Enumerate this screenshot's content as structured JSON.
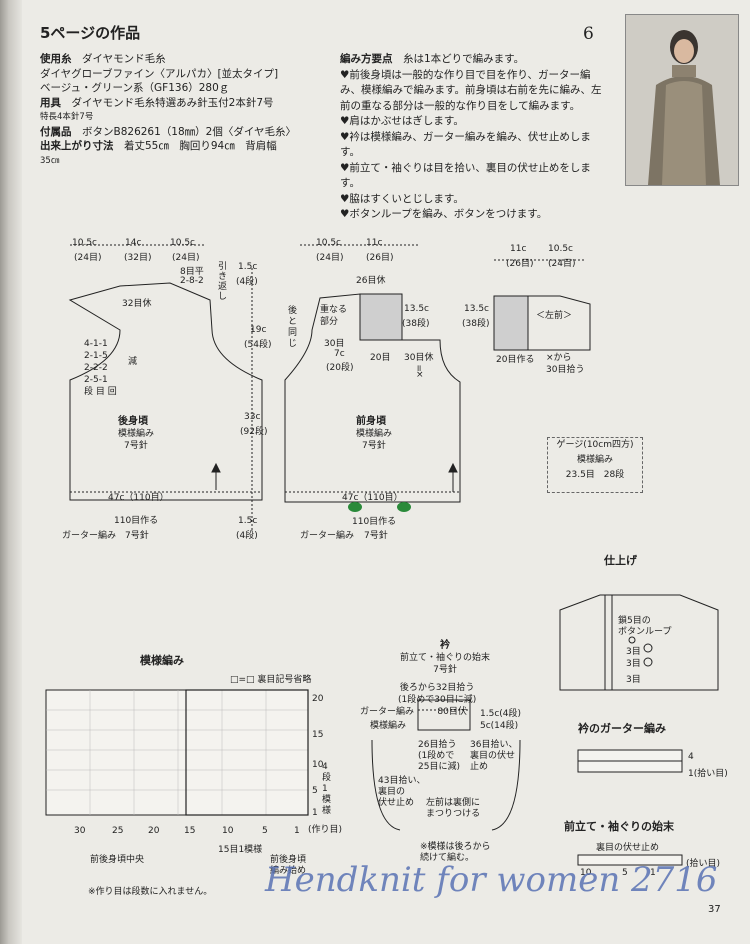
{
  "header": {
    "title": "5ページの作品",
    "page_number": "6"
  },
  "materials": {
    "yarn_label": "使用糸",
    "yarn_brand": "ダイヤモンド毛糸",
    "yarn_line1": "ダイヤグローブファイン〈アルパカ〉[並太タイプ]",
    "yarn_line2": "ベージュ・グリーン系（GF136）280ｇ",
    "tools_label": "用具",
    "tools_text": "ダイヤモンド毛糸特選あみ針玉付2本針7号",
    "tools_text2": "特長4本針7号",
    "acc_label": "付属品",
    "acc_text": "ボタンB826261（18㎜）2個〈ダイヤ毛糸〉",
    "size_label": "出来上がり寸法",
    "size_text": "着丈55㎝　胸回り94㎝　背肩幅",
    "size_text2": "35㎝"
  },
  "points": {
    "title": "編み方要点",
    "title_note": "糸は1本どりで編みます。",
    "items": [
      "♥前後身頃は一般的な作り目で目を作り、ガーター編み、模様編みで編みます。前身頃は右前を先に編み、左前の重なる部分は一般的な作り目をして編みます。",
      "♥肩はかぶせはぎします。",
      "♥衿は模様編み、ガーター編みを編み、伏せ止めします。",
      "♥前立て・袖ぐりは目を拾い、裏目の伏せ止めをします。",
      "♥脇はすくいとじします。",
      "♥ボタンループを編み、ボタンをつけます。"
    ]
  },
  "back": {
    "top_dims": [
      "10.5c",
      "14c",
      "10.5c"
    ],
    "top_sts": [
      "(24目)",
      "(32目)",
      "(24目)"
    ],
    "shoulder_dec": [
      "8目平",
      "2-8-2"
    ],
    "hold": "32目休",
    "hold_side": [
      "引",
      "き",
      "返",
      "し"
    ],
    "arm_dec": [
      "4-1-1",
      "2-1-5",
      "2-2-2",
      "2-5-1",
      "段 目 回"
    ],
    "dec_label": "減",
    "right_dims": [
      "1.5c",
      "(4段)",
      "19c",
      "(54段)",
      "33c",
      "(92段)",
      "1.5c",
      "(4段)"
    ],
    "name": "後身頃",
    "pattern": "模様編み",
    "needle": "7号針",
    "width": "47c（110目）",
    "cast_on": "110目作る",
    "garter": "ガーター編み　7号針"
  },
  "front": {
    "top_dims": [
      "10.5c",
      "11c"
    ],
    "top_sts": [
      "(24目)",
      "(26目)"
    ],
    "hold": "26目休",
    "overlap": [
      "重なる",
      "部分"
    ],
    "back_same": [
      "後",
      "と",
      "同",
      "じ"
    ],
    "row30": "30目",
    "dim7": "7c",
    "dim7r": "(20段)",
    "s20": "20目",
    "s30hold": "30目休",
    "eq": "॥",
    "x": "×",
    "dim135": "13.5c",
    "dim135r": "(38段)",
    "name": "前身頃",
    "pattern": "模様編み",
    "needle": "7号針",
    "width": "47c（110目）",
    "cast_on": "110目作る",
    "garter": "ガーター編み",
    "needle2": "7号針"
  },
  "left": {
    "top_dims": [
      "11c",
      "10.5c"
    ],
    "top_sts": [
      "(26目)",
      "(24目)"
    ],
    "dim135": "13.5c",
    "dim135r": "(38段)",
    "label": "＜左前＞",
    "s20": "20目作る",
    "pick": [
      "×から",
      "30目拾う"
    ]
  },
  "gauge": {
    "title": "ゲージ(10cm四方)",
    "pattern": "模様編み",
    "values": "23.5目　28段"
  },
  "chart": {
    "title": "模様編み",
    "legend": "□=□ 裏目記号省略",
    "x_ticks": [
      "30",
      "25",
      "20",
      "15",
      "10",
      "5",
      "1"
    ],
    "y_ticks": [
      "20",
      "15",
      "10",
      "5",
      "1"
    ],
    "side_label": [
      "4",
      "段",
      "1",
      "模",
      "様"
    ],
    "start": "(作り目)",
    "center": "前後身頃中央",
    "repeat": "15目1模様",
    "sides": [
      "前後身頃",
      "編み始め"
    ]
  },
  "collar": {
    "title": "衿",
    "sub": [
      "前立て・袖ぐりの始末",
      "7号針"
    ],
    "pick_back": [
      "後ろから32目拾う",
      "(1段めで30目に減)",
      "80目伏"
    ],
    "garter": "ガーター編み",
    "pattern": "模様編み",
    "dim15": "1.5c(4段)",
    "dim5": "5c(14段)",
    "pick26": [
      "26目拾う",
      "(1段めで",
      "25目に減)"
    ],
    "pick36": [
      "36目拾い、",
      "裏目の伏せ",
      "止め"
    ],
    "pick43": [
      "43目拾い、",
      "裏目の",
      "伏せ止め"
    ],
    "inside": [
      "左前は裏側に",
      "まつりつける"
    ],
    "cont": [
      "※模様は後ろから",
      "続けて編む。"
    ]
  },
  "finish": {
    "title": "仕上げ",
    "loop": [
      "鎖5目の",
      "ボタンループ"
    ],
    "three": [
      "3目",
      "3目",
      "3目"
    ]
  },
  "collar_garter": {
    "title": "衿のガーター編み",
    "rows": [
      "4",
      "1(拾い目)"
    ]
  },
  "band": {
    "title": "前立て・袖ぐりの始末",
    "bind": "裏目の伏せ止め",
    "ticks": [
      "10",
      "5",
      "1"
    ],
    "pick": "(拾い目)"
  },
  "footer": {
    "note": "※作り目は段数に入れません。",
    "watermark": "Hendknit for women 2716",
    "page": "37"
  }
}
